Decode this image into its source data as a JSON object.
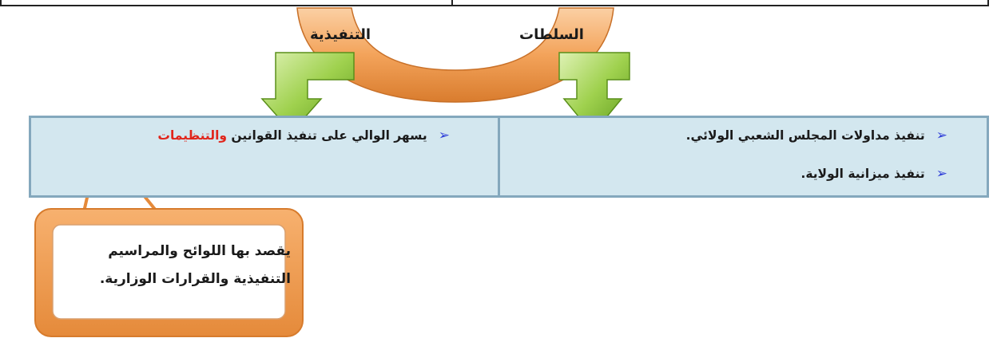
{
  "arc_labels": {
    "left": "التنفيذية",
    "right": "السلطات"
  },
  "columns": {
    "right": {
      "items": [
        "تنفيذ مداولات المجلس الشعبي الولائي.",
        "تنفيذ ميزانية الولاية."
      ]
    },
    "left": {
      "item_prefix": "يسهر الوالي على تنفيذ القوانين ",
      "item_highlight": "والتنظيمات"
    }
  },
  "callout": {
    "line1": "يقصد بها اللوائح والمراسيم",
    "line2": "التنفيذية والقرارات الوزارية."
  },
  "colors": {
    "arc_orange": "#f3a35a",
    "arrow_green": "#8cc43a",
    "panel_blue": "#d3e7ef",
    "bullet_blue": "#2d3cd8",
    "highlight_red": "#e1251b"
  },
  "icons": {
    "bullet": "➢"
  }
}
